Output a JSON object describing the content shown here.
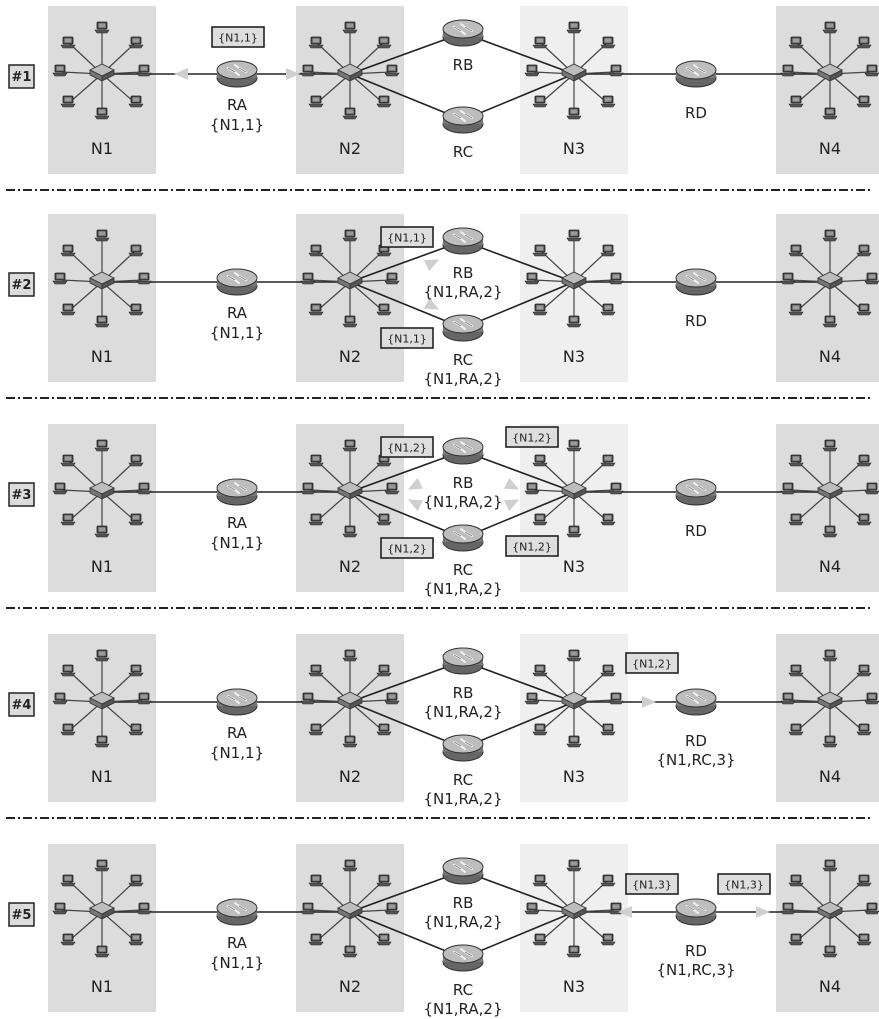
{
  "steps": [
    {
      "id": "#1",
      "networks": [
        "N1",
        "N2",
        "N3",
        "N4"
      ],
      "routers": {
        "RA": {
          "name": "RA",
          "table": "{N1,1}"
        },
        "RB": {
          "name": "RB",
          "table": ""
        },
        "RC": {
          "name": "RC",
          "table": ""
        },
        "RD": {
          "name": "RD",
          "table": ""
        }
      },
      "messages": [
        {
          "text": "{N1,1}",
          "anchor": "ra-top"
        }
      ],
      "arrows": [
        "ra-left",
        "ra-right"
      ]
    },
    {
      "id": "#2",
      "networks": [
        "N1",
        "N2",
        "N3",
        "N4"
      ],
      "routers": {
        "RA": {
          "name": "RA",
          "table": "{N1,1}"
        },
        "RB": {
          "name": "RB",
          "table": "{N1,RA,2}"
        },
        "RC": {
          "name": "RC",
          "table": "{N1,RA,2}"
        },
        "RD": {
          "name": "RD",
          "table": ""
        }
      },
      "messages": [
        {
          "text": "{N1,1}",
          "anchor": "rb-left"
        },
        {
          "text": "{N1,1}",
          "anchor": "rc-left"
        }
      ],
      "arrows": [
        "n2-rb",
        "n2-rc"
      ]
    },
    {
      "id": "#3",
      "networks": [
        "N1",
        "N2",
        "N3",
        "N4"
      ],
      "routers": {
        "RA": {
          "name": "RA",
          "table": "{N1,1}"
        },
        "RB": {
          "name": "RB",
          "table": "{N1,RA,2}"
        },
        "RC": {
          "name": "RC",
          "table": "{N1,RA,2}"
        },
        "RD": {
          "name": "RD",
          "table": ""
        }
      },
      "messages": [
        {
          "text": "{N1,2}",
          "anchor": "rb-left"
        },
        {
          "text": "{N1,2}",
          "anchor": "rb-right"
        },
        {
          "text": "{N1,2}",
          "anchor": "rc-left"
        },
        {
          "text": "{N1,2}",
          "anchor": "rc-right"
        }
      ],
      "arrows": [
        "rb-n2",
        "rb-n3",
        "rc-n2",
        "rc-n3"
      ]
    },
    {
      "id": "#4",
      "networks": [
        "N1",
        "N2",
        "N3",
        "N4"
      ],
      "routers": {
        "RA": {
          "name": "RA",
          "table": "{N1,1}"
        },
        "RB": {
          "name": "RB",
          "table": "{N1,RA,2}"
        },
        "RC": {
          "name": "RC",
          "table": "{N1,RA,2}"
        },
        "RD": {
          "name": "RD",
          "table": "{N1,RC,3}"
        }
      },
      "messages": [
        {
          "text": "{N1,2}",
          "anchor": "rd-left"
        }
      ],
      "arrows": [
        "n3-rd"
      ]
    },
    {
      "id": "#5",
      "networks": [
        "N1",
        "N2",
        "N3",
        "N4"
      ],
      "routers": {
        "RA": {
          "name": "RA",
          "table": "{N1,1}"
        },
        "RB": {
          "name": "RB",
          "table": "{N1,RA,2}"
        },
        "RC": {
          "name": "RC",
          "table": "{N1,RA,2}"
        },
        "RD": {
          "name": "RD",
          "table": "{N1,RC,3}"
        }
      },
      "messages": [
        {
          "text": "{N1,3}",
          "anchor": "rd-left2"
        },
        {
          "text": "{N1,3}",
          "anchor": "rd-right"
        }
      ],
      "arrows": [
        "rd-n3",
        "rd-n4"
      ]
    }
  ]
}
